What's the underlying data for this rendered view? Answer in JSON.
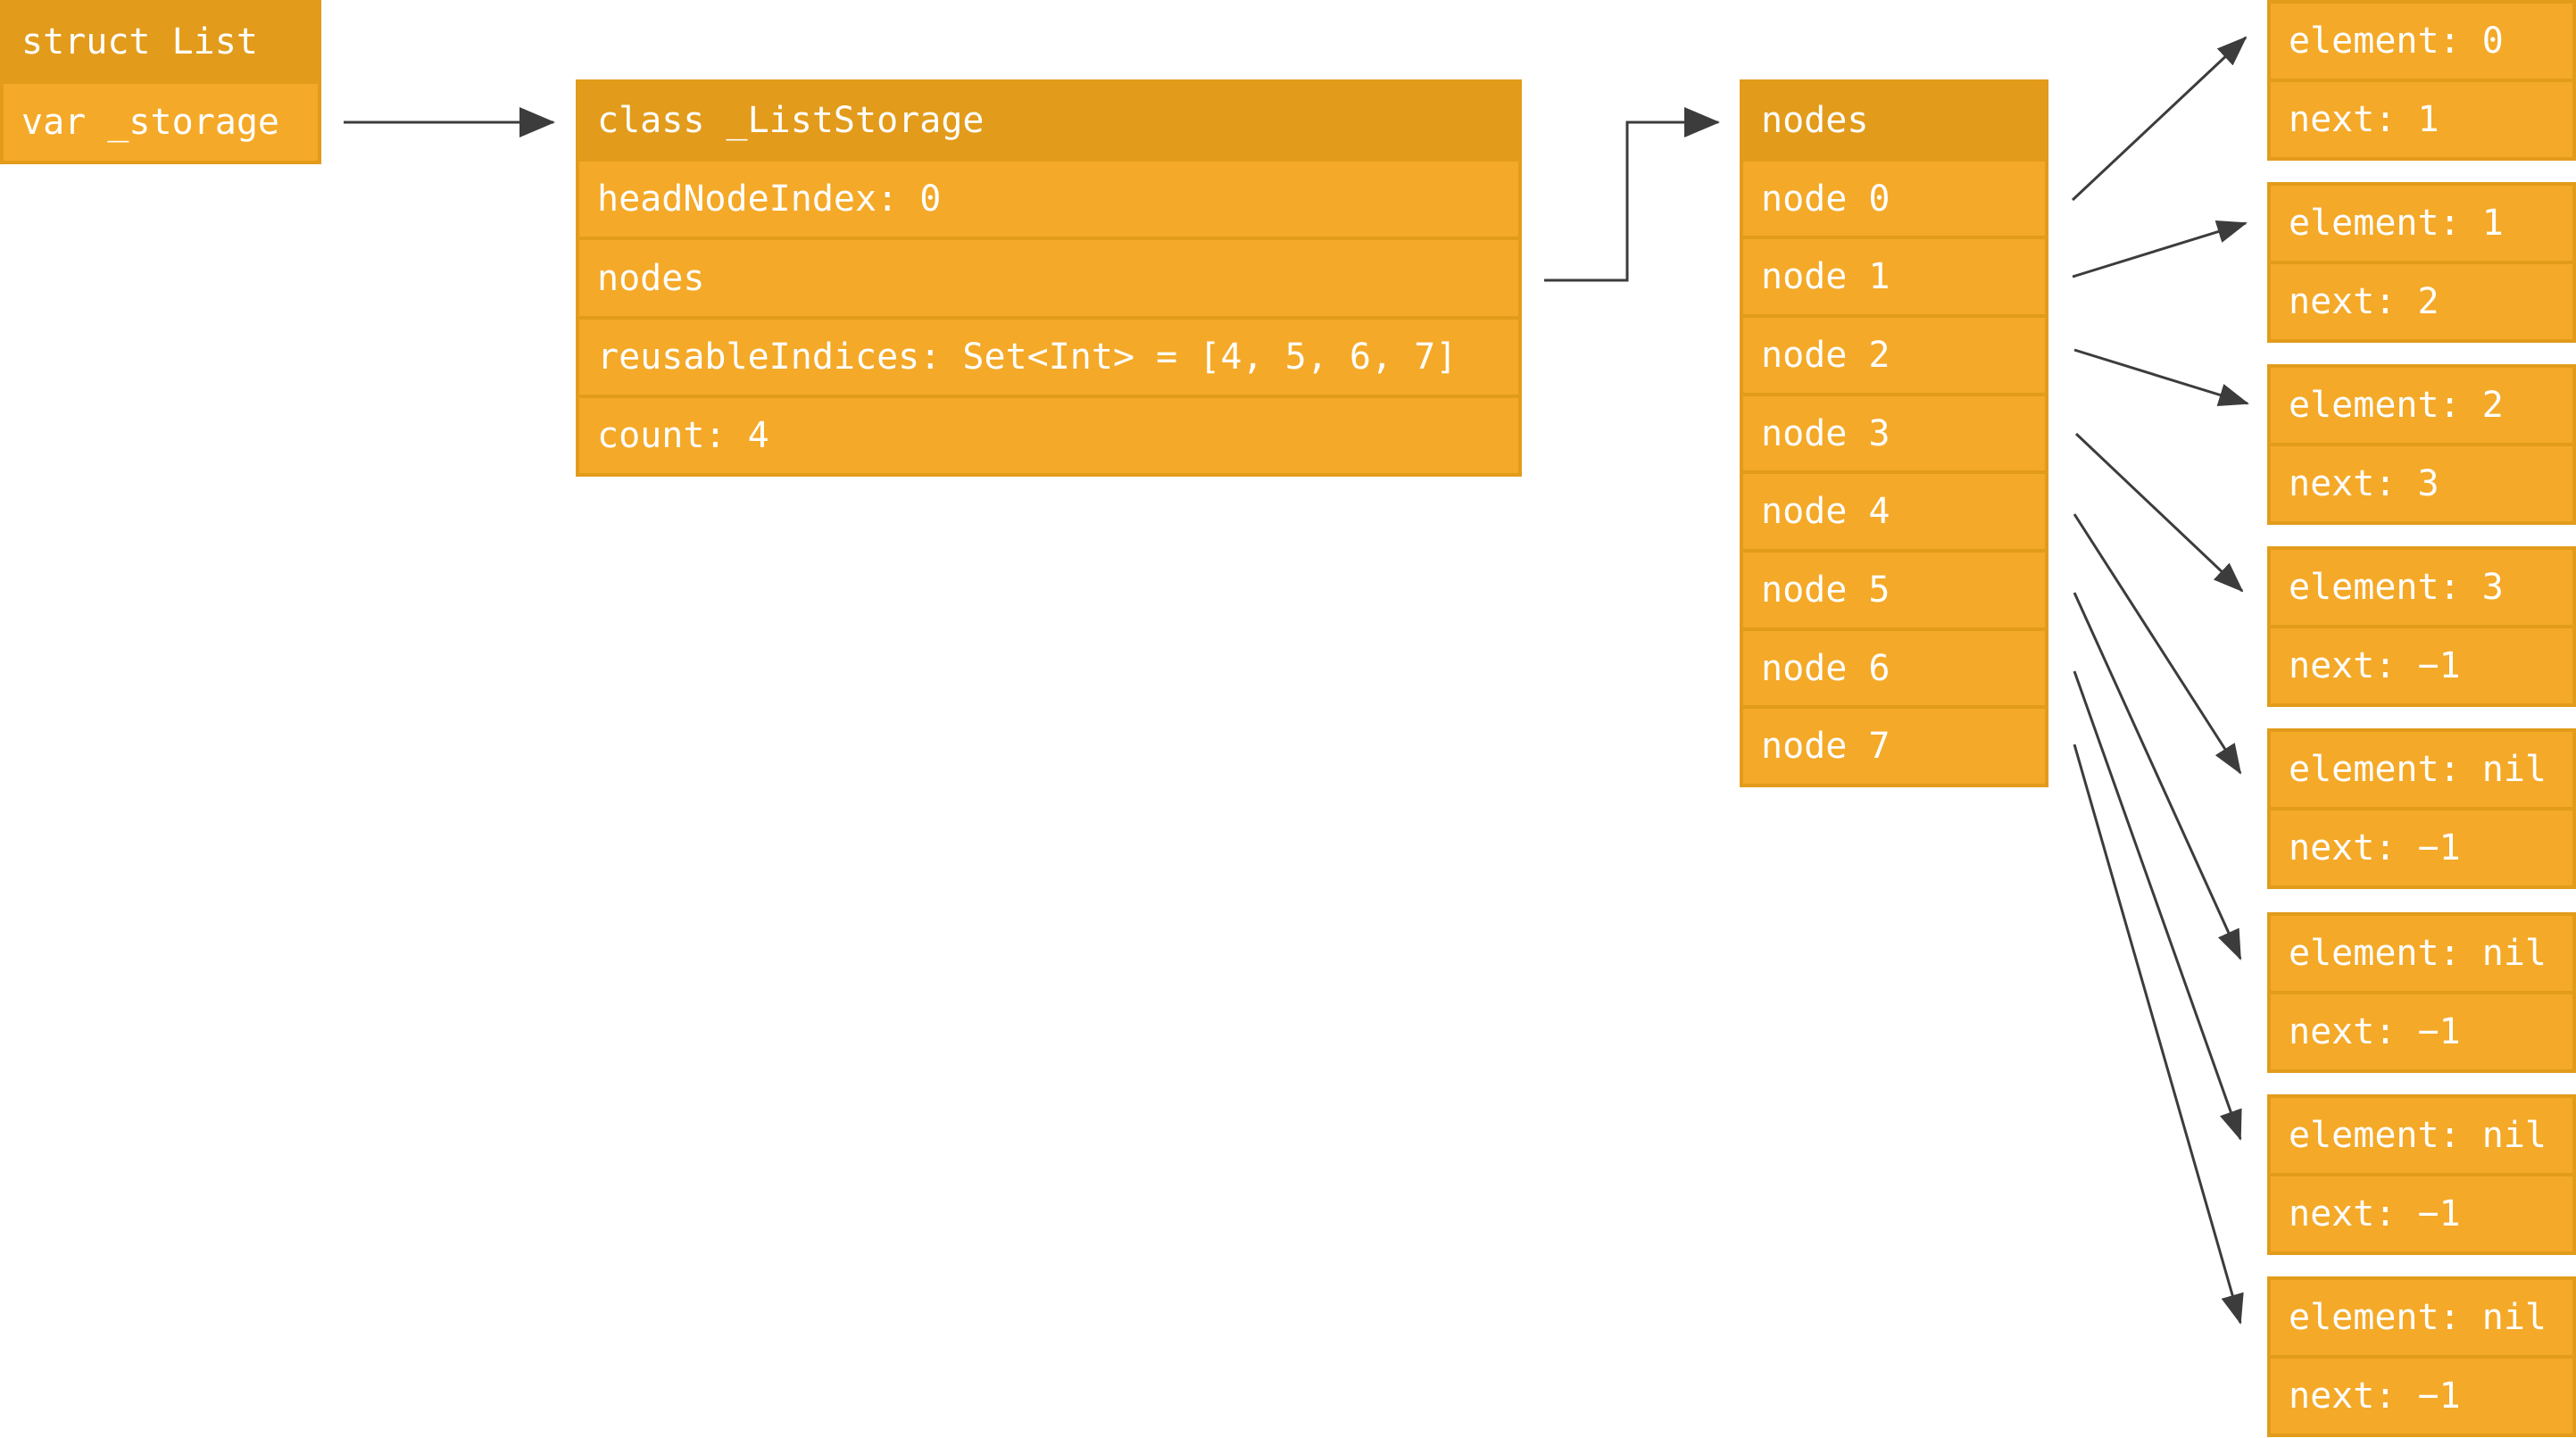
{
  "struct_list": {
    "title": "struct List",
    "fields": [
      "var _storage"
    ]
  },
  "list_storage": {
    "title": "class _ListStorage",
    "fields": [
      "headNodeIndex: 0",
      "nodes",
      "reusableIndices: Set<Int> = [4, 5, 6, 7]",
      "count: 4"
    ]
  },
  "nodes_array": {
    "title": "nodes",
    "items": [
      "node 0",
      "node 1",
      "node 2",
      "node 3",
      "node 4",
      "node 5",
      "node 6",
      "node 7"
    ]
  },
  "node_records": [
    {
      "element": "element: 0",
      "next": "next: 1"
    },
    {
      "element": "element: 1",
      "next": "next: 2"
    },
    {
      "element": "element: 2",
      "next": "next: 3"
    },
    {
      "element": "element: 3",
      "next": "next: −1"
    },
    {
      "element": "element: nil",
      "next": "next: −1"
    },
    {
      "element": "element: nil",
      "next": "next: −1"
    },
    {
      "element": "element: nil",
      "next": "next: −1"
    },
    {
      "element": "element: nil",
      "next": "next: −1"
    }
  ],
  "colors": {
    "header": "#e29b1b",
    "cell": "#f4a928",
    "text": "#ffffff",
    "arrow": "#3c3c3c"
  }
}
